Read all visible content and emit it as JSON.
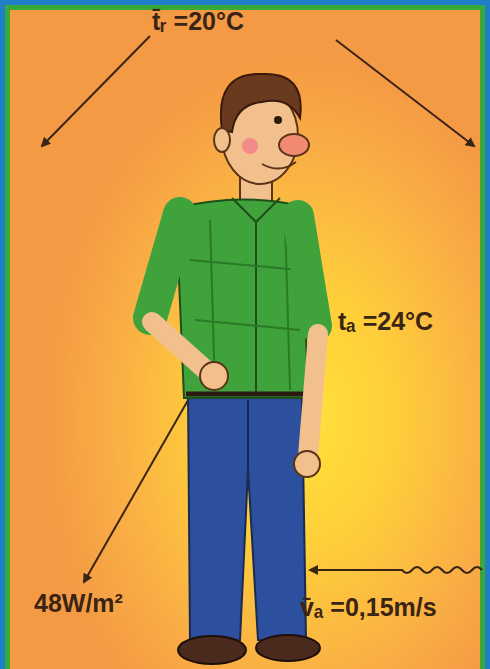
{
  "diagram": {
    "labels": [
      "t̄ᵣ =20°C",
      "tₐ =24°C",
      "48W/m²",
      "v̄ₐ =0,15m/s"
    ]
  }
}
